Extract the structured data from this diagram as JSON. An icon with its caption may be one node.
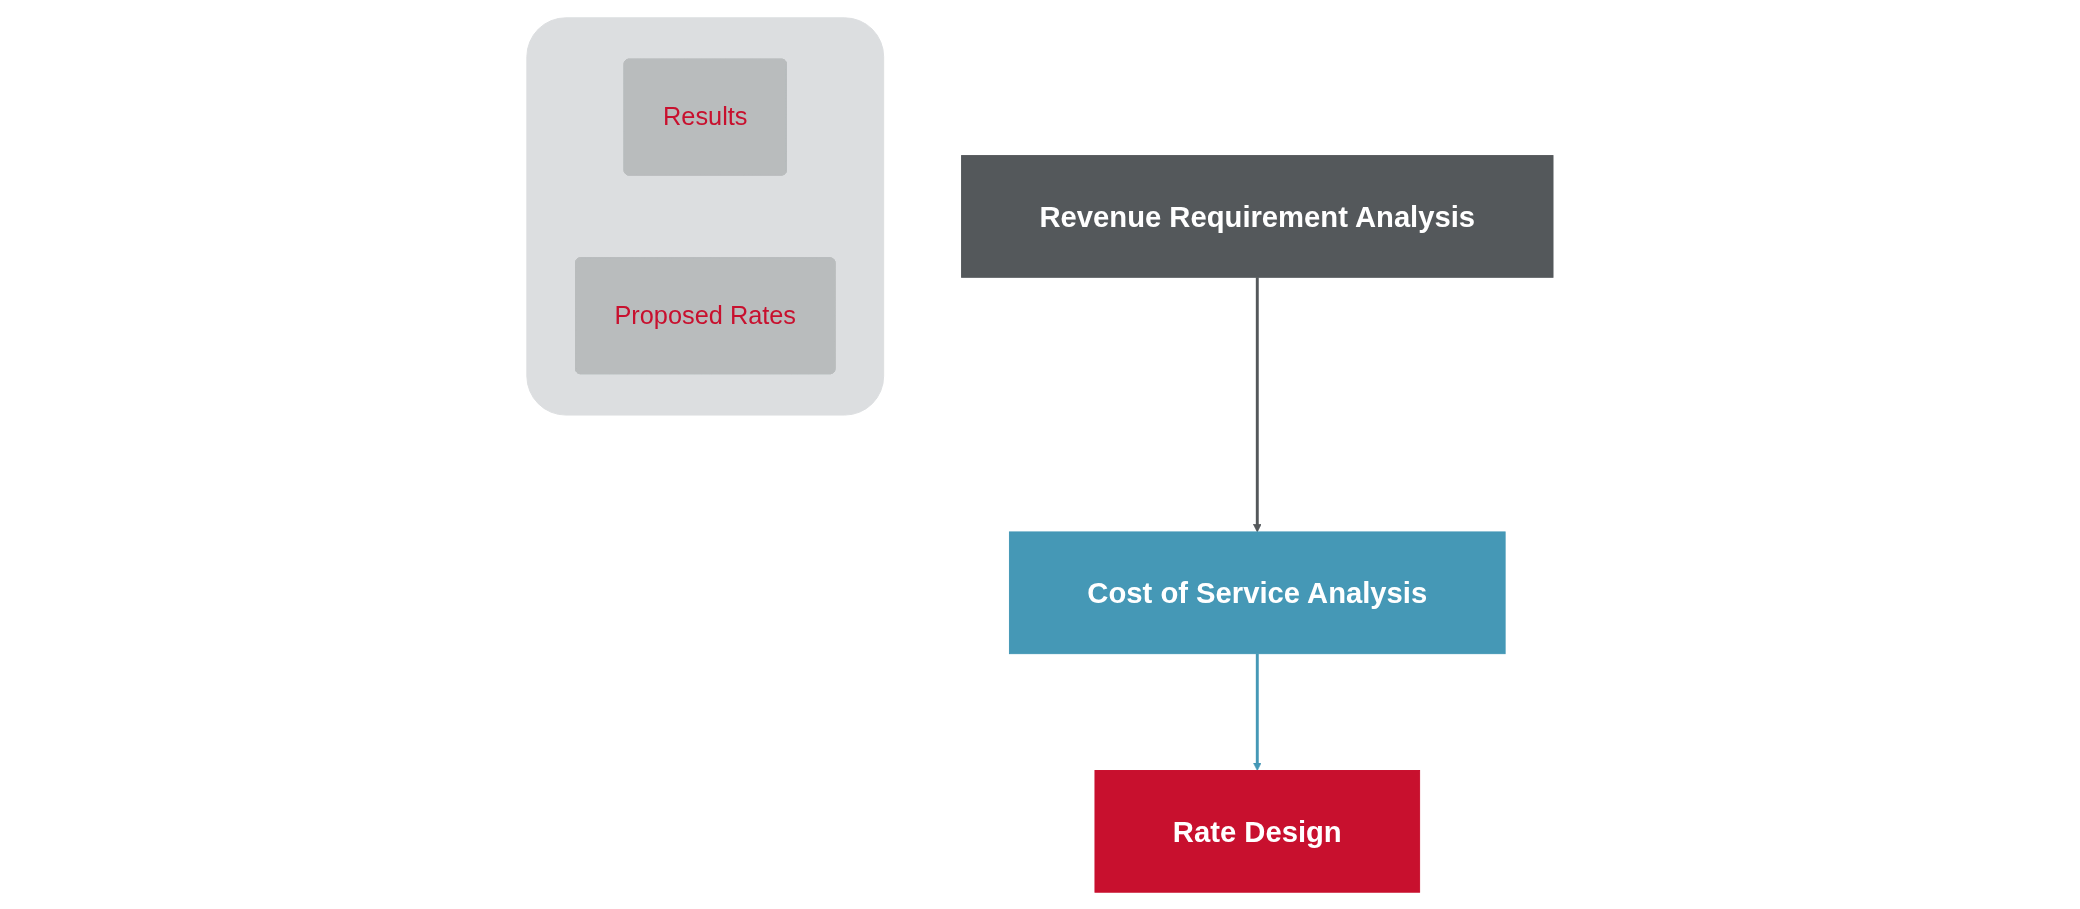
{
  "diagram": {
    "nodes": [
      {
        "text": [
          "Revenue Requirement Analysis"
        ]
      },
      {
        "text": [
          "Cost of Service Analysis"
        ]
      },
      {
        "text": [
          "Rate Design"
        ]
      },
      {
        "text": [],
        "shape": "box"
      },
      {
        "text": [
          "Results"
        ],
        "in": 3
      },
      {
        "text": [
          "Proposed Rates"
        ],
        "in": 3
      }
    ],
    "edges": [
      {
        "from": 0,
        "to": 1,
        "arrow": "to",
        "color": "#54585b"
      },
      {
        "from": 1,
        "to": 2,
        "arrow": "to",
        "color": "#4598b6"
      }
    ]
  }
}
